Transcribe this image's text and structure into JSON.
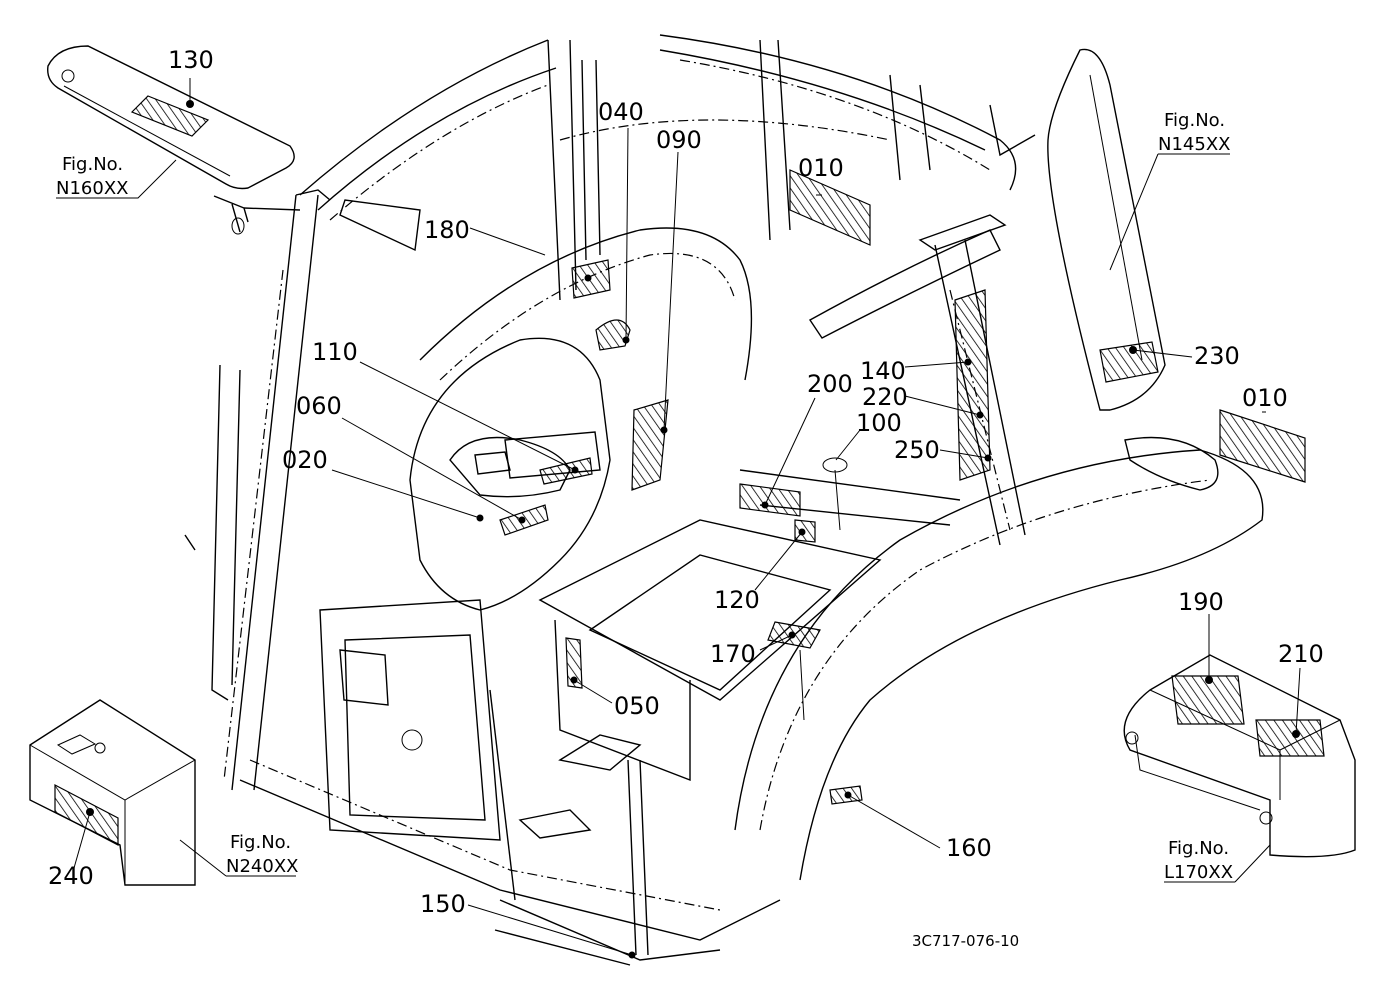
{
  "callouts": {
    "c010a": "010",
    "c010b": "010",
    "c020": "020",
    "c040": "040",
    "c050": "050",
    "c060": "060",
    "c090": "090",
    "c100": "100",
    "c110": "110",
    "c120": "120",
    "c130": "130",
    "c140": "140",
    "c150": "150",
    "c160": "160",
    "c170": "170",
    "c180": "180",
    "c190": "190",
    "c200": "200",
    "c210": "210",
    "c220": "220",
    "c230": "230",
    "c240": "240",
    "c250": "250"
  },
  "figrefs": {
    "sunvisor": {
      "label": "Fig.No.",
      "number": "N160XX"
    },
    "door": {
      "label": "Fig.No.",
      "number": "N145XX"
    },
    "box": {
      "label": "Fig.No.",
      "number": "N240XX"
    },
    "fender": {
      "label": "Fig.No.",
      "number": "L170XX"
    }
  },
  "drawing_code": "3C717-076-10",
  "icons": [
    "label-hatch-icon",
    "label-dot-icon"
  ]
}
